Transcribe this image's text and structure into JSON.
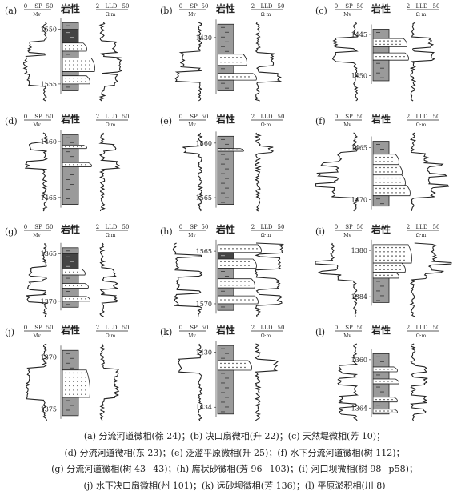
{
  "headers": {
    "sp_left": "0",
    "sp_label": "SP",
    "sp_right": "50",
    "sp_unit": "Mv",
    "lith_label": "岩性",
    "lld_left": "2",
    "lld_label": "LLD",
    "lld_right": "50",
    "lld_unit": "Ω·m"
  },
  "panels": [
    {
      "id": "a",
      "label": "(a)",
      "depths": [
        "1550",
        "1555"
      ]
    },
    {
      "id": "b",
      "label": "(b)",
      "depths": [
        "1430"
      ]
    },
    {
      "id": "c",
      "label": "(c)",
      "depths": [
        "1445",
        "1450"
      ]
    },
    {
      "id": "d",
      "label": "(d)",
      "depths": [
        "1460",
        "1465"
      ]
    },
    {
      "id": "e",
      "label": "(e)",
      "depths": [
        "1560",
        "1565"
      ]
    },
    {
      "id": "f",
      "label": "(f)",
      "depths": [
        "1465",
        "1470"
      ]
    },
    {
      "id": "g",
      "label": "(g)",
      "depths": [
        "1365",
        "1370"
      ]
    },
    {
      "id": "h",
      "label": "(h)",
      "depths": [
        "1565",
        "1570"
      ]
    },
    {
      "id": "i",
      "label": "(i)",
      "depths": [
        "1380",
        "1384"
      ]
    },
    {
      "id": "j",
      "label": "(j)",
      "depths": [
        "1370",
        "1375"
      ]
    },
    {
      "id": "k",
      "label": "(k)",
      "depths": [
        "1430",
        "1434"
      ]
    },
    {
      "id": "l",
      "label": "(l)",
      "depths": [
        "1360",
        "1364"
      ]
    }
  ],
  "caption": {
    "line1": "(a)  分流河道微相(徐 24)；(b)  决口扇微相(升 22)；(c)  天然堤微相(芳 10)；",
    "line2": "(d)  分流河道微相(东 23)；(e)  泛滥平原微相(升 25)；(f)  水下分流河道微相(树 112)；",
    "line3": "(g)  分流河道微相(树 43−43)；(h)  席状砂微相(芳 96−103)；(i)  河口坝微相(树 98−p58)；",
    "line4": "(j)  水下决口扇微相(州 101)；(k)  远砂坝微相(芳 136)；(l)  平原淤积相(川 8)"
  },
  "colors": {
    "ink": "#222222",
    "shale_fill": "#9a9a9a",
    "dark_fill": "#444444",
    "sand_fill": "#ffffff"
  }
}
